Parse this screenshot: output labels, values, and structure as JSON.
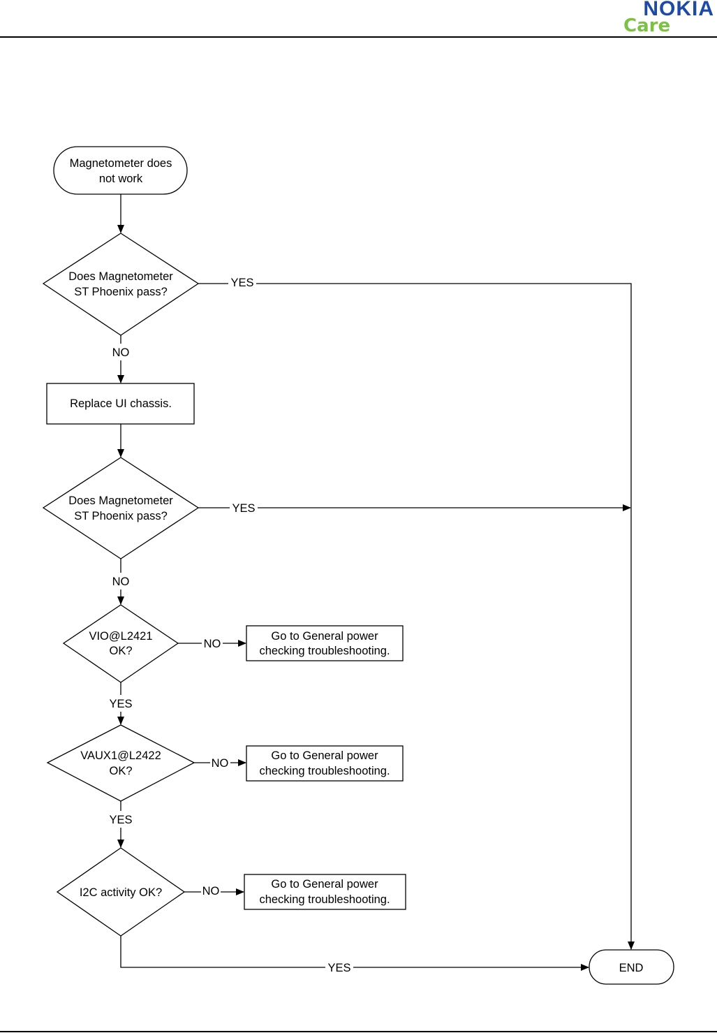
{
  "brand": {
    "name": "NOKIA",
    "sub": "Care"
  },
  "nodes": {
    "start": [
      "Magnetometer does",
      "not work"
    ],
    "q1": [
      "Does Magnetometer",
      "ST Phoenix pass?"
    ],
    "replace": "Replace UI chassis.",
    "q2": [
      "Does Magnetometer",
      "ST Phoenix pass?"
    ],
    "q3": [
      "VIO@L2421",
      "OK?"
    ],
    "q4": [
      "VAUX1@L2422",
      "OK?"
    ],
    "q5": "I2C activity OK?",
    "gp1": [
      "Go to General power",
      "checking troubleshooting."
    ],
    "gp2": [
      "Go to General power",
      "checking troubleshooting."
    ],
    "gp3": [
      "Go to General power",
      "checking troubleshooting."
    ],
    "end": "END"
  },
  "edges": {
    "q1_yes": "YES",
    "q1_no": "NO",
    "q2_yes": "YES",
    "q2_no": "NO",
    "q3_no": "NO",
    "q3_yes": "YES",
    "q4_no": "NO",
    "q4_yes": "YES",
    "q5_no": "NO",
    "q5_yes": "YES"
  }
}
